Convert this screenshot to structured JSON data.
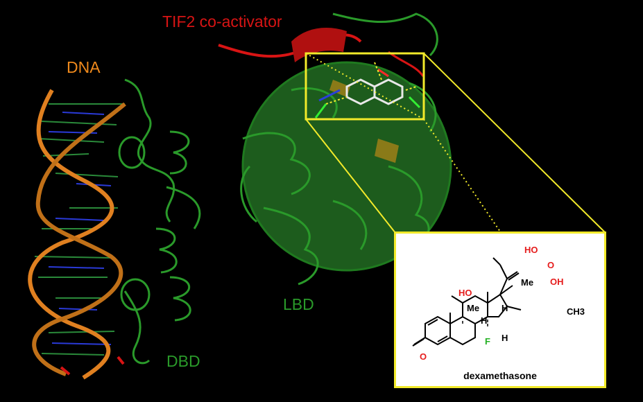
{
  "labels": {
    "dna": "DNA",
    "tif2": "TIF2 co-activator",
    "dbd": "DBD",
    "lbd": "LBD"
  },
  "molecule": {
    "name": "dexamethasone",
    "atoms": {
      "ho_top": "HO",
      "ketone_o": "O",
      "oh_right": "OH",
      "ho_left": "HO",
      "me_c13": "Me",
      "me_c10": "Me",
      "h_c8": "H",
      "h_c14": "H",
      "h_c9": "H",
      "ch3": "CH3",
      "f": "F",
      "o_c3": "O"
    }
  },
  "colors": {
    "background": "#000000",
    "dna": "#f08a1c",
    "tif2": "#d81414",
    "protein": "#2a9a2a",
    "highlight_box": "#f2ea2a",
    "oxygen": "#e51c1c",
    "fluorine": "#22b022"
  }
}
